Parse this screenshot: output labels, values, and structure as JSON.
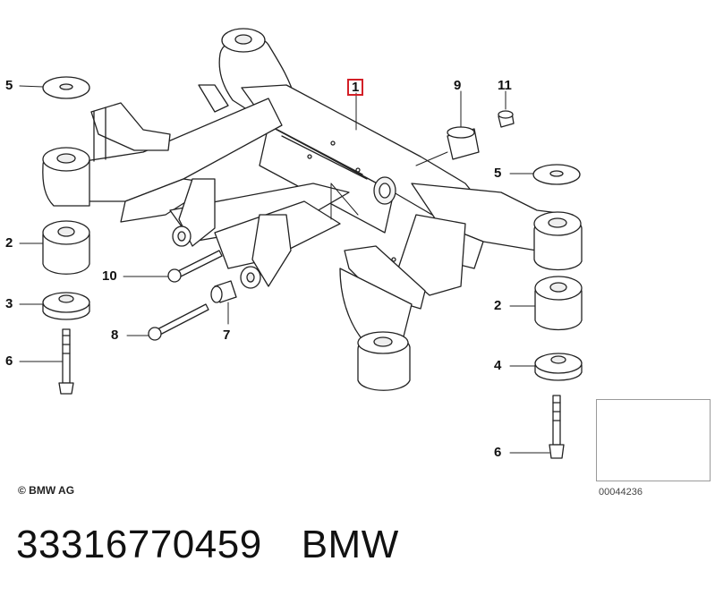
{
  "diagram": {
    "callouts": {
      "main_part": "1",
      "left_upper_washer": "5",
      "left_upper_bushing": "2",
      "left_lower_washer": "3",
      "left_bolt": "6",
      "bolt_long": "10",
      "bolt_short": "8",
      "small_bushing": "7",
      "upper_bushing": "9",
      "nut": "11",
      "right_upper_washer": "5",
      "right_bushing": "2",
      "right_washer": "4",
      "right_bolt": "6"
    },
    "copyright": "© BMW AG",
    "reference_number": "00044236"
  },
  "footer": {
    "part_number": "33316770459",
    "brand": "BMW"
  },
  "colors": {
    "line": "#222222",
    "fill": "#ffffff",
    "highlight": "#d32027"
  }
}
